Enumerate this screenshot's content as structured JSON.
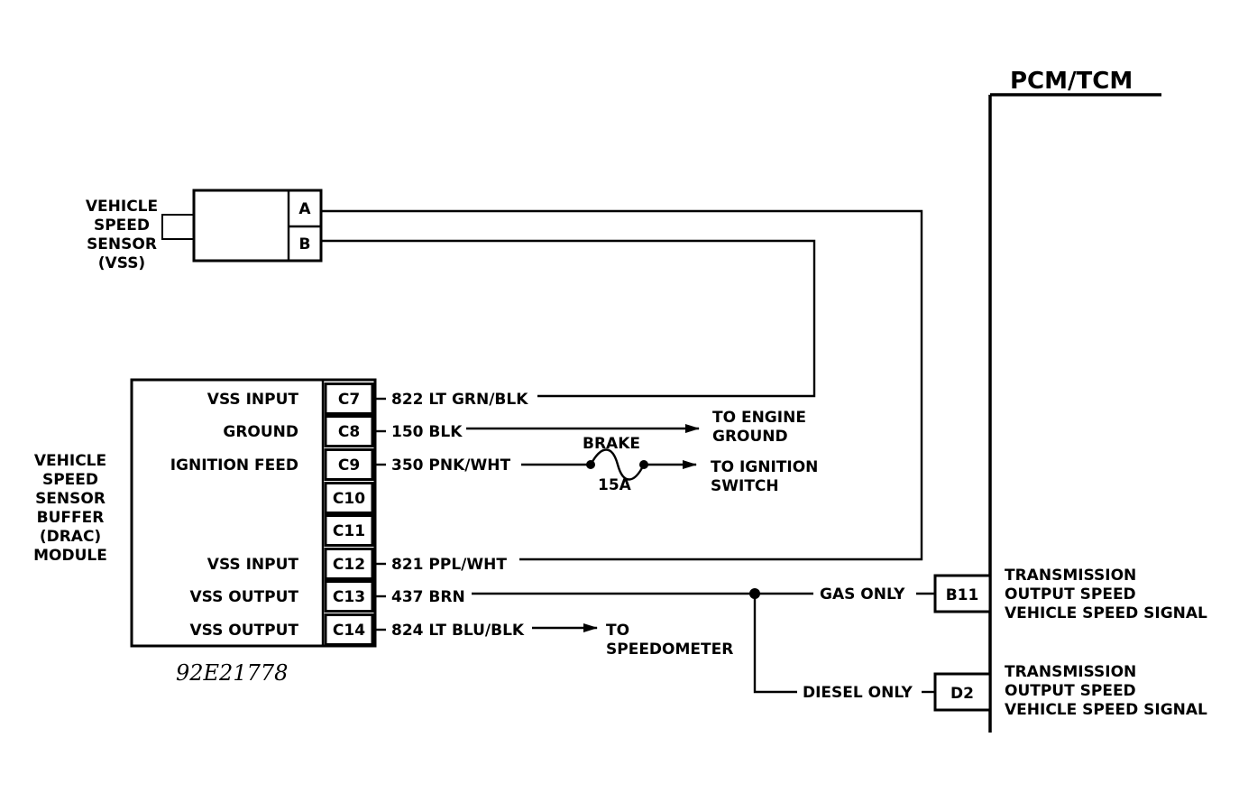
{
  "pcm_title": "PCM/TCM",
  "figure_code": "92E21778",
  "vss": {
    "label": [
      "VEHICLE",
      "SPEED",
      "SENSOR",
      "(VSS)"
    ],
    "pin_a": "A",
    "pin_b": "B"
  },
  "buffer": {
    "label": [
      "VEHICLE",
      "SPEED",
      "SENSOR",
      "BUFFER",
      "(DRAC)",
      "MODULE"
    ],
    "rows": [
      {
        "name": "VSS INPUT",
        "pin": "C7",
        "wire": "822 LT GRN/BLK"
      },
      {
        "name": "GROUND",
        "pin": "C8",
        "wire": "150 BLK"
      },
      {
        "name": "IGNITION FEED",
        "pin": "C9",
        "wire": "350 PNK/WHT"
      },
      {
        "name": "",
        "pin": "C10",
        "wire": ""
      },
      {
        "name": "",
        "pin": "C11",
        "wire": ""
      },
      {
        "name": "VSS INPUT",
        "pin": "C12",
        "wire": "821 PPL/WHT"
      },
      {
        "name": "VSS OUTPUT",
        "pin": "C13",
        "wire": "437 BRN"
      },
      {
        "name": "VSS OUTPUT",
        "pin": "C14",
        "wire": "824 LT BLU/BLK"
      }
    ]
  },
  "destinations": {
    "engine_ground": [
      "TO ENGINE",
      "GROUND"
    ],
    "ignition_switch": [
      "TO IGNITION",
      "SWITCH"
    ],
    "speedometer": [
      "TO",
      "SPEEDOMETER"
    ]
  },
  "fuse": {
    "name": "BRAKE",
    "rating": "15A"
  },
  "branches": {
    "gas": "GAS ONLY",
    "diesel": "DIESEL ONLY"
  },
  "pcm_pins": [
    {
      "pin": "B11",
      "desc": [
        "TRANSMISSION",
        "OUTPUT SPEED",
        "VEHICLE SPEED SIGNAL"
      ]
    },
    {
      "pin": "D2",
      "desc": [
        "TRANSMISSION",
        "OUTPUT SPEED",
        "VEHICLE SPEED SIGNAL"
      ]
    }
  ]
}
